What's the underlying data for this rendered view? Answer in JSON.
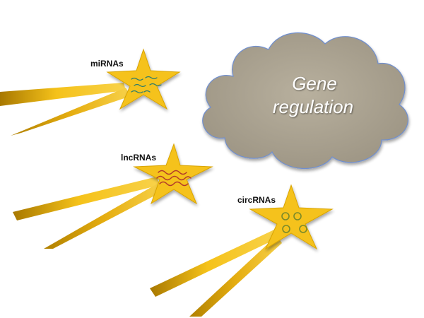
{
  "cloud": {
    "line1": "Gene",
    "line2": "regulation",
    "fill": "#aaa291",
    "stroke": "#6f8fd0"
  },
  "stars": [
    {
      "id": "mirnas",
      "label": "miRNAs",
      "motif": "short-strands-icon",
      "motif_color": "#2f7d6a"
    },
    {
      "id": "lncrnas",
      "label": "lncRNAs",
      "motif": "wavy-strands-icon",
      "motif_color": "#b23a2a"
    },
    {
      "id": "circrnas",
      "label": "circRNAs",
      "motif": "circles-icon",
      "motif_color": "#7a8a2a"
    }
  ],
  "colors": {
    "star_fill": "#f5c21a",
    "star_stroke": "#d9a400",
    "tail_light": "#f8d24a",
    "tail_dark": "#a87800"
  }
}
